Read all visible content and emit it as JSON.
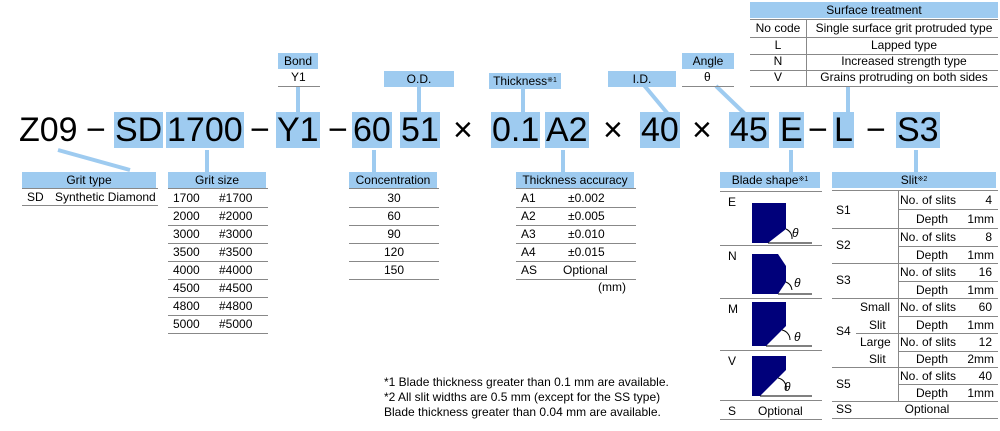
{
  "code": {
    "z09": "Z09",
    "sd": "SD",
    "grit": "1700",
    "y1": "Y1",
    "conc": "60",
    "od": "51",
    "thick": "0.1",
    "acc": "A2",
    "id": "40",
    "angle": "45",
    "shape": "E",
    "surface": "L",
    "slit": "S3",
    "dash": "−",
    "times": "×"
  },
  "labels": {
    "bond": "Bond",
    "bond_val": "Y1",
    "od": "O.D.",
    "thickness": "Thickness",
    "thickness_note": "※1",
    "id": "I.D.",
    "angle": "Angle",
    "angle_val": "θ",
    "grit_type": "Grit type",
    "grit_size": "Grit size",
    "concentration": "Concentration",
    "thickness_accuracy": "Thickness accuracy",
    "blade_shape": "Blade shape",
    "blade_shape_note": "※1",
    "slit": "Slit",
    "slit_note": "※2",
    "surface_treatment": "Surface treatment"
  },
  "grit_type": [
    {
      "code": "SD",
      "name": "Synthetic Diamond"
    }
  ],
  "grit_size": [
    {
      "code": "1700",
      "mesh": "#1700"
    },
    {
      "code": "2000",
      "mesh": "#2000"
    },
    {
      "code": "3000",
      "mesh": "#3000"
    },
    {
      "code": "3500",
      "mesh": "#3500"
    },
    {
      "code": "4000",
      "mesh": "#4000"
    },
    {
      "code": "4500",
      "mesh": "#4500"
    },
    {
      "code": "4800",
      "mesh": "#4800"
    },
    {
      "code": "5000",
      "mesh": "#5000"
    }
  ],
  "concentration": [
    "30",
    "60",
    "90",
    "120",
    "150"
  ],
  "thickness_accuracy": [
    {
      "code": "A1",
      "val": "±0.002"
    },
    {
      "code": "A2",
      "val": "±0.005"
    },
    {
      "code": "A3",
      "val": "±0.010"
    },
    {
      "code": "A4",
      "val": "±0.015"
    },
    {
      "code": "AS",
      "val": "Optional"
    }
  ],
  "thickness_unit": "(mm)",
  "surface_treatment": [
    {
      "code": "No code",
      "desc": "Single surface grit protruded type"
    },
    {
      "code": "L",
      "desc": "Lapped type"
    },
    {
      "code": "N",
      "desc": "Increased strength type"
    },
    {
      "code": "V",
      "desc": "Grains protruding on both sides"
    }
  ],
  "blade_shape": [
    {
      "code": "E",
      "theta": "θ"
    },
    {
      "code": "N",
      "theta": "θ"
    },
    {
      "code": "M",
      "theta": "θ"
    },
    {
      "code": "V",
      "theta": "θ"
    }
  ],
  "blade_shape_optional": {
    "code": "S",
    "text": "Optional"
  },
  "slit_table": {
    "s1": {
      "code": "S1",
      "n_label": "No. of slits",
      "n": "4",
      "d_label": "Depth",
      "d": "1mm"
    },
    "s2": {
      "code": "S2",
      "n_label": "No. of slits",
      "n": "8",
      "d_label": "Depth",
      "d": "1mm"
    },
    "s3": {
      "code": "S3",
      "n_label": "No. of slits",
      "n": "16",
      "d_label": "Depth",
      "d": "1mm"
    },
    "s4": {
      "code": "S4",
      "small": "Small",
      "large": "Large",
      "slit_word": "Slit",
      "n1_label": "No. of slits",
      "n1": "60",
      "d1_label": "Depth",
      "d1": "1mm",
      "n2_label": "No. of slits",
      "n2": "12",
      "d2_label": "Depth",
      "d2": "2mm"
    },
    "s5": {
      "code": "S5",
      "n_label": "No. of slits",
      "n": "40",
      "d_label": "Depth",
      "d": "1mm"
    },
    "ss": {
      "code": "SS",
      "text": "Optional"
    }
  },
  "notes": [
    "*1 Blade thickness greater than 0.1 mm are available.",
    "*2 All slit widths are 0.5 mm (except for the SS type)",
    "Blade thickness greater than 0.04 mm are available."
  ],
  "colors": {
    "highlight": "#9ecbf0",
    "blade": "#00007a"
  }
}
